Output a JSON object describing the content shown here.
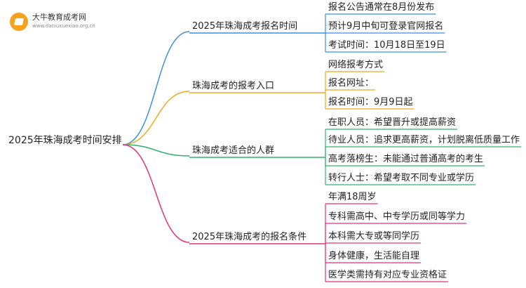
{
  "watermark": {
    "name": "大牛教育成考网",
    "url": "www.daniuxuexiao.org.cn"
  },
  "root": {
    "label": "2025年珠海成考时间安排"
  },
  "branches": [
    {
      "label": "2025年珠海成考报名时间",
      "color": "#3a8ee6",
      "leaves": [
        "报名公告通常在8月份发布",
        "预计9月中旬可登录官网报名",
        "考试时间：10月18日至19日"
      ]
    },
    {
      "label": "珠海成考的报考入口",
      "color": "#f2a81d",
      "leaves": [
        "网络报考方式",
        "报名网址：",
        "报名时间：9月9日起"
      ]
    },
    {
      "label": "珠海成考适合的人群",
      "color": "#2fb36a",
      "leaves": [
        "在职人员：希望晋升或提高薪资",
        "待业人员：追求更高薪资，计划脱离低质量工作",
        "高考落榜生：未能通过普通高考的考生",
        "转行人士：希望考取不同专业或学历"
      ]
    },
    {
      "label": "2025年珠海成考的报名条件",
      "color": "#e0337a",
      "leaves": [
        "年满18周岁",
        "专科需高中、中专学历或同等学力",
        "本科需大专或等同学历",
        "身体健康，生活能自理",
        "医学类需持有对应专业资格证"
      ]
    }
  ]
}
